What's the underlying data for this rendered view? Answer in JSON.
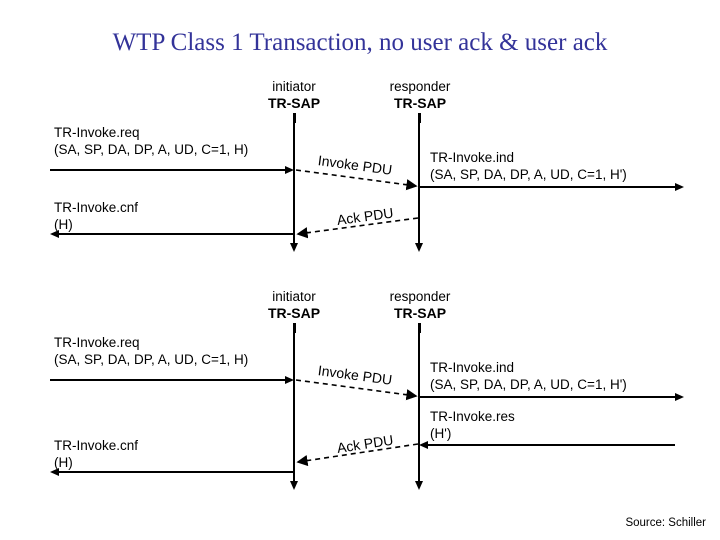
{
  "title": "WTP Class 1 Transaction, no user ack & user ack",
  "source_credit": "Source: Schiller",
  "colors": {
    "title": "#333399",
    "ink": "#000000",
    "background": "#ffffff"
  },
  "diagrams": [
    {
      "id": "no-user-ack",
      "actors": {
        "initiator": {
          "name": "initiator",
          "sap": "TR-SAP"
        },
        "responder": {
          "name": "responder",
          "sap": "TR-SAP"
        }
      },
      "primitives": {
        "invoke_req_name": "TR-Invoke.req",
        "invoke_req_params": "(SA, SP, DA, DP, A, UD, C=1, H)",
        "invoke_ind_name": "TR-Invoke.ind",
        "invoke_ind_params": "(SA, SP, DA, DP, A, UD, C=1, H')",
        "invoke_cnf_name": "TR-Invoke.cnf",
        "invoke_cnf_params": "(H)"
      },
      "messages": [
        {
          "label": "Invoke PDU",
          "direction": "initiator-to-responder",
          "style": "dashed"
        },
        {
          "label": "Ack PDU",
          "direction": "responder-to-initiator",
          "style": "dashed"
        }
      ]
    },
    {
      "id": "user-ack",
      "actors": {
        "initiator": {
          "name": "initiator",
          "sap": "TR-SAP"
        },
        "responder": {
          "name": "responder",
          "sap": "TR-SAP"
        }
      },
      "primitives": {
        "invoke_req_name": "TR-Invoke.req",
        "invoke_req_params": "(SA, SP, DA, DP, A, UD, C=1, H)",
        "invoke_ind_name": "TR-Invoke.ind",
        "invoke_ind_params": "(SA, SP, DA, DP, A, UD, C=1, H')",
        "invoke_res_name": "TR-Invoke.res",
        "invoke_res_params": "(H')",
        "invoke_cnf_name": "TR-Invoke.cnf",
        "invoke_cnf_params": "(H)"
      },
      "messages": [
        {
          "label": "Invoke PDU",
          "direction": "initiator-to-responder",
          "style": "dashed"
        },
        {
          "label": "Ack PDU",
          "direction": "responder-to-initiator",
          "style": "dashed"
        }
      ]
    }
  ]
}
